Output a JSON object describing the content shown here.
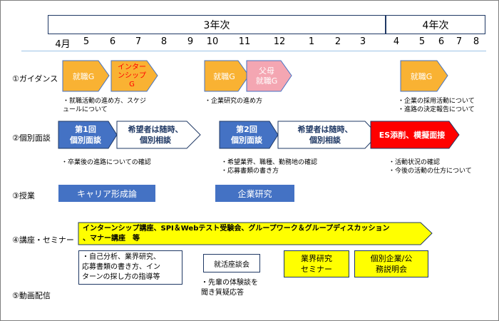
{
  "years": {
    "y3": "3年次",
    "y4": "4年次"
  },
  "months": [
    "4月",
    "5",
    "6",
    "7",
    "8",
    "9",
    "10",
    "11",
    "12",
    "1",
    "2",
    "3",
    "4",
    "5",
    "6",
    "7",
    "8"
  ],
  "rows": {
    "guidance": "①ガイダンス",
    "interview": "②個別面談",
    "class": "③授業",
    "seminar": "④講座・セミナー",
    "video": "⑤動画配信"
  },
  "guidance": {
    "shushoku1": "就職G",
    "intern": "インター\nンシップ\nG",
    "shushoku2": "就職G",
    "fubo": "父母\n就職G",
    "shushoku3": "就職G",
    "note1": "・就職活動の進め方、スケジ\nュールについて",
    "note2": "・企業研究の進め方",
    "note3": "・企業の採用活動について\n・進路の決定報告について"
  },
  "interview": {
    "first": "第1回\n個別面談",
    "kibou1": "希望者は随時、\n個別相談",
    "second": "第2回\n個別面談",
    "kibou2": "希望者は随時、\n個別相談",
    "es": "ES添削、模擬面接",
    "note1": "・卒業後の進路についての確認",
    "note2": "・希望業界、職種、勤務地の確認\n・応募書類の書き方",
    "note3": "・活動状況の確認\n・今後の活動の仕方について"
  },
  "class": {
    "career": "キャリア形成論",
    "kigyou": "企業研究"
  },
  "seminar": {
    "banner": "インターンシップ講座、SPI＆Webテスト受験会、グループワーク＆グループディスカッション\n、マナー講座　等",
    "jiko": "・自己分析、業界研究、\n応募書類の書き方、イン\nターンの探し方の指導等",
    "zadankai": "就活座談会",
    "senpai": "・先輩の体験談を\n聞き質疑応答",
    "gyoukai": "業界研究\nセミナー",
    "kobetsu": "個別企業/公\n務説明会"
  },
  "colors": {
    "orange": "#f9b233",
    "pink": "#f4a6b2",
    "blue": "#4472c4",
    "red": "#ff0000",
    "yellow": "#ffff00",
    "navy": "#1f3864"
  }
}
